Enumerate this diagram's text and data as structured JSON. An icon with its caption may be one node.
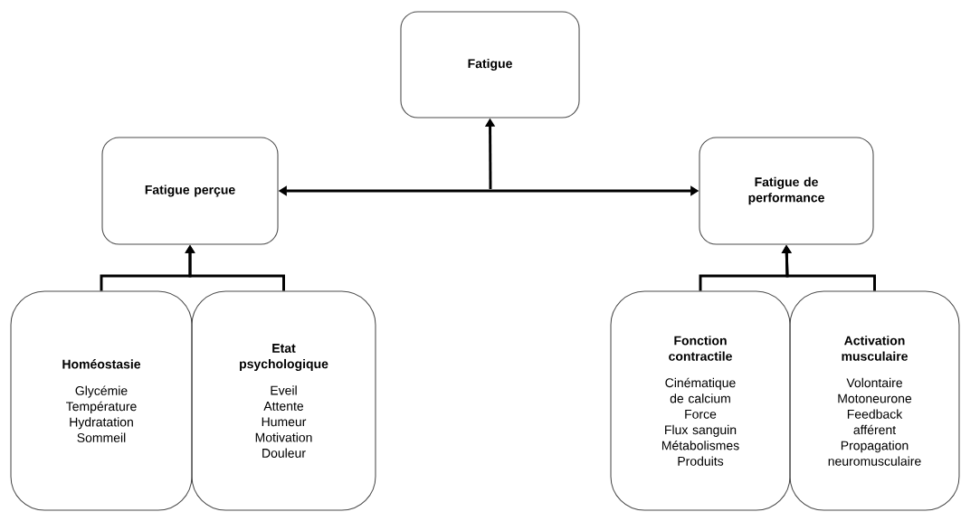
{
  "diagram": {
    "nodes": [
      {
        "text": [
          "Fatigue"
        ]
      },
      {
        "text": [
          "Fatigue perçue"
        ]
      },
      {
        "text": [
          "Fatigue de performance"
        ]
      },
      {
        "text": [
          "Homéostasie",
          "Glycémie",
          "Température",
          "Hydratation",
          "Sommeil"
        ]
      },
      {
        "text": [
          "Etat psychologique",
          "Eveil",
          "Attente",
          "Humeur",
          "Motivation",
          "Douleur"
        ]
      },
      {
        "text": [
          "Fonction contractile",
          "Cinématique de calcium",
          "Force",
          "Flux sanguin",
          "Métabolismes",
          "Produits"
        ]
      },
      {
        "text": [
          "Activation musculaire",
          "Volontaire",
          "Motoneurone",
          "Feedback afférent",
          "Propagation neuromusculaire"
        ]
      }
    ],
    "edges": [
      {
        "from": 1,
        "to": 2,
        "arrow": "both"
      },
      {
        "from": null,
        "to": 0,
        "arrow": "to"
      },
      {
        "from": 3,
        "to": 1,
        "arrow": "to"
      },
      {
        "from": 4,
        "to": 1,
        "arrow": "to"
      },
      {
        "from": 5,
        "to": 2,
        "arrow": "to"
      },
      {
        "from": 6,
        "to": 2,
        "arrow": "to"
      }
    ]
  }
}
